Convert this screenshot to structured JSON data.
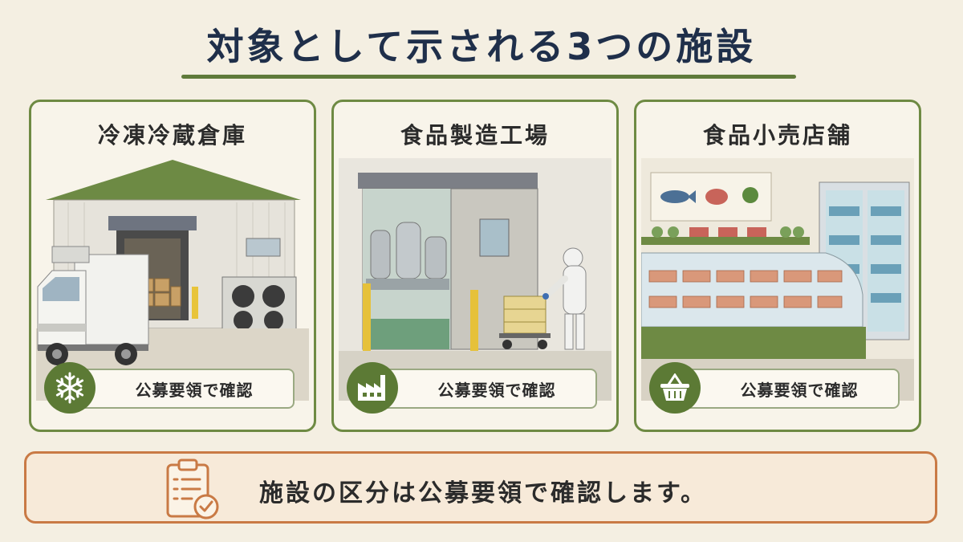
{
  "title": "対象として示される3つの施設",
  "facilities": [
    {
      "name": "冷凍冷蔵倉庫",
      "icon": "snowflake-icon",
      "confirm_label": "公募要領で確認"
    },
    {
      "name": "食品製造工場",
      "icon": "factory-icon",
      "confirm_label": "公募要領で確認"
    },
    {
      "name": "食品小売店舗",
      "icon": "shopping-basket-icon",
      "confirm_label": "公募要領で確認"
    }
  ],
  "note": {
    "icon": "clipboard-check-icon",
    "text": "施設の区分は公募要領で確認します。"
  },
  "colors": {
    "accent_green": "#5c7a35",
    "accent_orange": "#c97a45",
    "title_navy": "#1f2f4a",
    "background": "#f4efe2"
  }
}
